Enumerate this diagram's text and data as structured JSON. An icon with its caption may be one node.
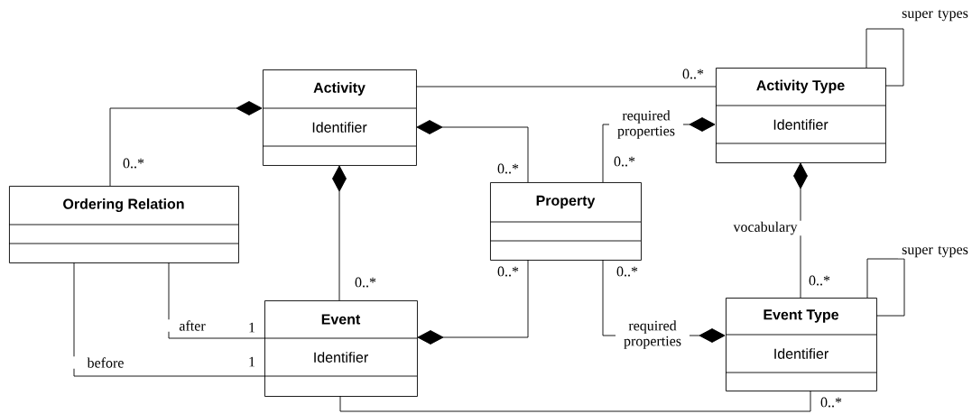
{
  "diagram": {
    "nodes": [
      {
        "text": [
          "Activity",
          "Identifier"
        ]
      },
      {
        "text": [
          "Activity Type",
          "Identifier"
        ]
      },
      {
        "text": [
          "Ordering Relation"
        ]
      },
      {
        "text": [
          "Property"
        ]
      },
      {
        "text": [
          "Event",
          "Identifier"
        ]
      },
      {
        "text": [
          "Event Type",
          "Identifier"
        ]
      }
    ],
    "edges": [
      {
        "from": 0,
        "to": 1,
        "arrow": "none"
      },
      {
        "from": 2,
        "to": 0,
        "arrow": "other"
      },
      {
        "from": 3,
        "to": 0,
        "arrow": "other"
      },
      {
        "from": 3,
        "to": 1,
        "arrow": "other",
        "label": "required properties"
      },
      {
        "from": 4,
        "to": 0,
        "arrow": "other"
      },
      {
        "from": 3,
        "to": 4,
        "arrow": "other"
      },
      {
        "from": 2,
        "to": 4,
        "arrow": "none",
        "label": "after"
      },
      {
        "from": 2,
        "to": 4,
        "arrow": "none",
        "label": "before"
      },
      {
        "from": 1,
        "to": 1,
        "arrow": "none",
        "label": "super types"
      },
      {
        "from": 5,
        "to": 1,
        "arrow": "other",
        "label": "vocabulary"
      },
      {
        "from": 3,
        "to": 5,
        "arrow": "other",
        "label": "required properties"
      },
      {
        "from": 5,
        "to": 5,
        "arrow": "none",
        "label": "super types"
      },
      {
        "from": 4,
        "to": 5,
        "arrow": "none"
      }
    ],
    "labels": [
      "0..*",
      "0..*",
      "0..*",
      "0..*",
      "0..*",
      "0..*",
      "0..*",
      "0..*",
      "1",
      "1",
      "0..*"
    ]
  }
}
